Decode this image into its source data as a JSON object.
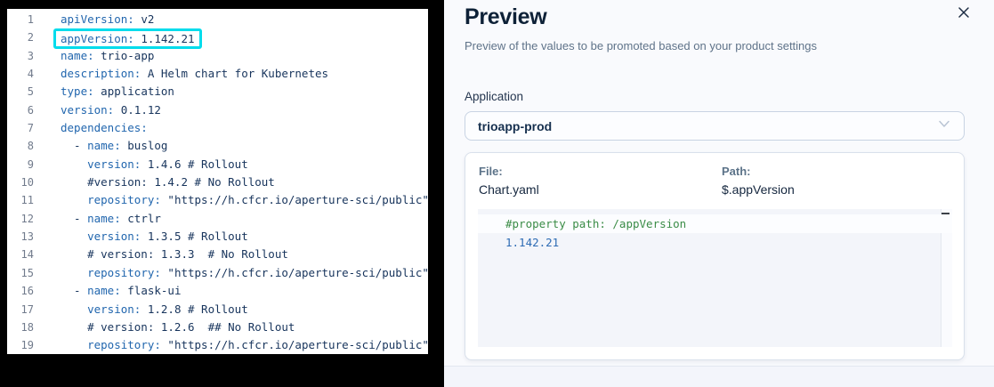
{
  "colors": {
    "highlight_cyan": "#00dcec",
    "yaml_key_blue": "#2166ae",
    "yaml_plain_navy": "#17345c",
    "preview_green": "#3a8c46",
    "preview_blue": "#2d6bb4",
    "panel_background": "#f9fafd"
  },
  "left_editor": {
    "highlighted_line": 2,
    "lines": [
      {
        "n": 1,
        "segments": [
          {
            "t": "k",
            "s": "apiVersion:"
          },
          {
            "t": "p",
            "s": " v2"
          }
        ]
      },
      {
        "n": 2,
        "highlighted": true,
        "segments": [
          {
            "t": "k",
            "s": "appVersion:"
          },
          {
            "t": "p",
            "s": " 1.142.21"
          }
        ]
      },
      {
        "n": 3,
        "segments": [
          {
            "t": "k",
            "s": "name:"
          },
          {
            "t": "p",
            "s": " trio-app"
          }
        ]
      },
      {
        "n": 4,
        "segments": [
          {
            "t": "k",
            "s": "description:"
          },
          {
            "t": "p",
            "s": " A Helm chart for Kubernetes"
          }
        ]
      },
      {
        "n": 5,
        "segments": [
          {
            "t": "k",
            "s": "type:"
          },
          {
            "t": "p",
            "s": " application"
          }
        ]
      },
      {
        "n": 6,
        "segments": [
          {
            "t": "k",
            "s": "version:"
          },
          {
            "t": "p",
            "s": " 0.1.12"
          }
        ]
      },
      {
        "n": 7,
        "segments": [
          {
            "t": "k",
            "s": "dependencies:"
          }
        ]
      },
      {
        "n": 8,
        "segments": [
          {
            "t": "p",
            "s": "  - "
          },
          {
            "t": "k",
            "s": "name:"
          },
          {
            "t": "p",
            "s": " buslog"
          }
        ]
      },
      {
        "n": 9,
        "segments": [
          {
            "t": "p",
            "s": "    "
          },
          {
            "t": "k",
            "s": "version:"
          },
          {
            "t": "p",
            "s": " 1.4.6 # Rollout"
          }
        ]
      },
      {
        "n": 10,
        "segments": [
          {
            "t": "p",
            "s": "    #version: 1.4.2 # No Rollout"
          }
        ]
      },
      {
        "n": 11,
        "segments": [
          {
            "t": "p",
            "s": "    "
          },
          {
            "t": "k",
            "s": "repository:"
          },
          {
            "t": "p",
            "s": " \"https://h.cfcr.io/aperture-sci/public\""
          }
        ]
      },
      {
        "n": 12,
        "segments": [
          {
            "t": "p",
            "s": "  - "
          },
          {
            "t": "k",
            "s": "name:"
          },
          {
            "t": "p",
            "s": " ctrlr"
          }
        ]
      },
      {
        "n": 13,
        "segments": [
          {
            "t": "p",
            "s": "    "
          },
          {
            "t": "k",
            "s": "version:"
          },
          {
            "t": "p",
            "s": " 1.3.5 # Rollout"
          }
        ]
      },
      {
        "n": 14,
        "segments": [
          {
            "t": "p",
            "s": "    # version: 1.3.3  # No Rollout"
          }
        ]
      },
      {
        "n": 15,
        "segments": [
          {
            "t": "p",
            "s": "    "
          },
          {
            "t": "k",
            "s": "repository:"
          },
          {
            "t": "p",
            "s": " \"https://h.cfcr.io/aperture-sci/public\""
          }
        ]
      },
      {
        "n": 16,
        "segments": [
          {
            "t": "p",
            "s": "  - "
          },
          {
            "t": "k",
            "s": "name:"
          },
          {
            "t": "p",
            "s": " flask-ui"
          }
        ]
      },
      {
        "n": 17,
        "segments": [
          {
            "t": "p",
            "s": "    "
          },
          {
            "t": "k",
            "s": "version:"
          },
          {
            "t": "p",
            "s": " 1.2.8 # Rollout"
          }
        ]
      },
      {
        "n": 18,
        "segments": [
          {
            "t": "p",
            "s": "    # version: 1.2.6  ## No Rollout"
          }
        ]
      },
      {
        "n": 19,
        "segments": [
          {
            "t": "p",
            "s": "    "
          },
          {
            "t": "k",
            "s": "repository:"
          },
          {
            "t": "p",
            "s": " \"https://h.cfcr.io/aperture-sci/public\""
          }
        ]
      }
    ]
  },
  "preview_panel": {
    "title": "Preview",
    "subtitle": "Preview of the values to be promoted based on your product settings",
    "application_label": "Application",
    "application_dropdown": {
      "selected": "trioapp-prod"
    },
    "card": {
      "file_label": "File:",
      "file_value": "Chart.yaml",
      "path_label": "Path:",
      "path_value": "$.appVersion",
      "code_lines": [
        {
          "text": "#property path: /appVersion",
          "style": "green",
          "active": true
        },
        {
          "text": "1.142.21",
          "style": "blue"
        }
      ]
    }
  }
}
